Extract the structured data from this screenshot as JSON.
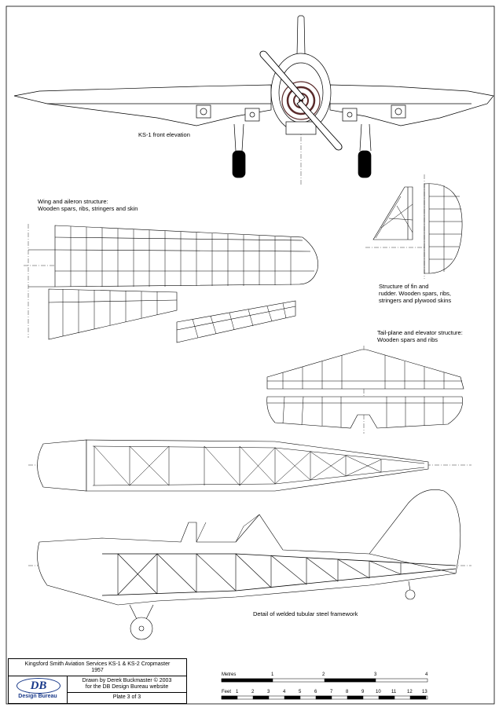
{
  "labels": {
    "front_elevation": "KS-1 front elevation",
    "wing_title": "Wing and aileron structure:",
    "wing_sub": "Wooden spars, ribs, stringers and skin",
    "fin_line1": "Structure of fin and",
    "fin_line2": "rudder. Wooden spars, ribs,",
    "fin_line3": "stringers and plywood skins",
    "tail_title": "Tail-plane and elevator structure:",
    "tail_sub": "Wooden spars and ribs",
    "framework": "Detail of welded tubular steel framework"
  },
  "title_block": {
    "title_line1": "Kingsford Smith Aviation Services KS-1 & KS-2 Cropmaster",
    "title_line2": "1957",
    "logo_text": "DB",
    "logo_sub": "Design Bureau",
    "credit_line1": "Drawn by Derek Buckmaster © 2003",
    "credit_line2": "for the DB Design Bureau website",
    "plate": "Plate 3 of 3"
  },
  "scale": {
    "metres_label": "Metres",
    "metres_ticks": [
      "1",
      "2",
      "3",
      "4"
    ],
    "feet_label": "Feet",
    "feet_ticks": [
      "1",
      "2",
      "3",
      "4",
      "5",
      "6",
      "7",
      "8",
      "9",
      "10",
      "11",
      "12",
      "13"
    ]
  },
  "colors": {
    "line": "#000000",
    "engine": "#5a2a2a",
    "logo_blue": "#1a3a8a"
  }
}
